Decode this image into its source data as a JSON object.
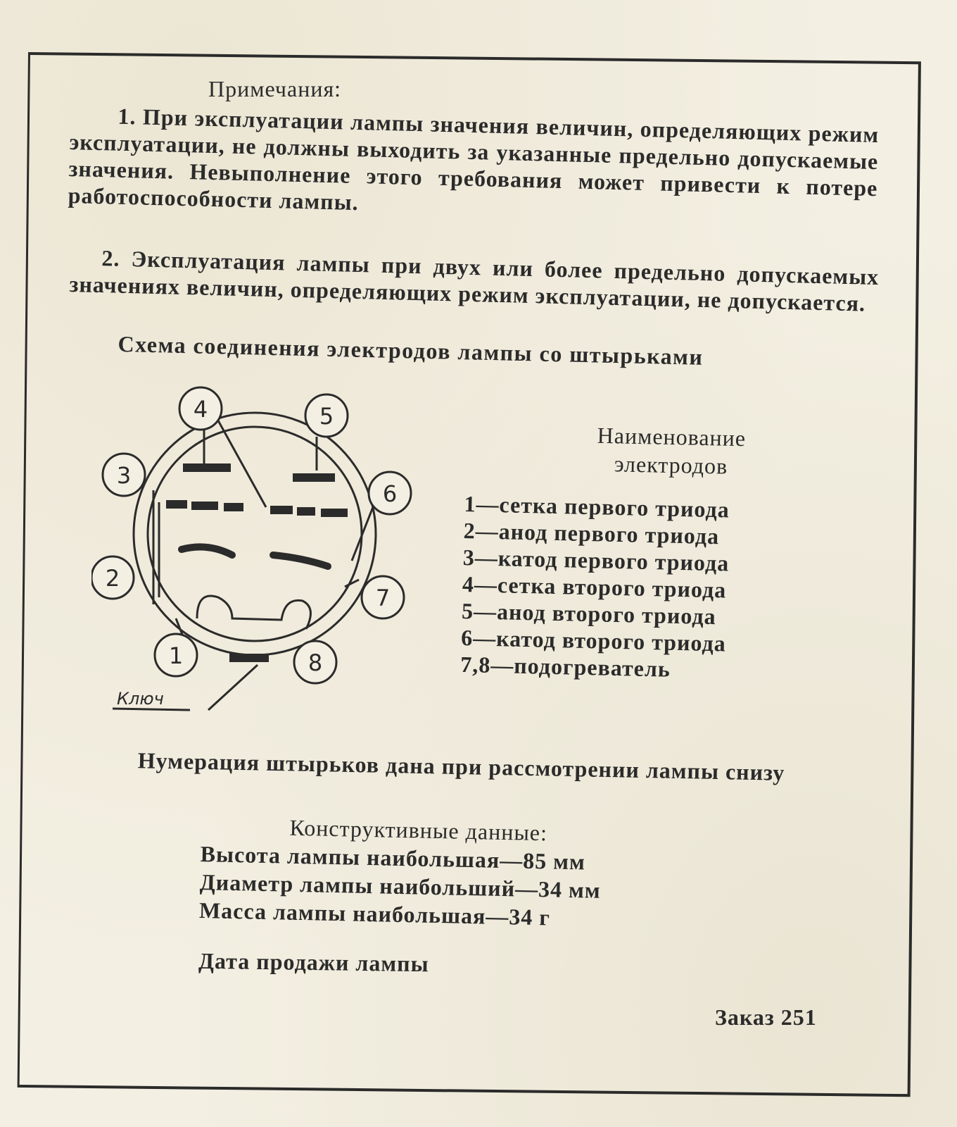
{
  "notes": {
    "title": "Примечания:",
    "paragraph_1": "1. При эксплуатации лампы значения величин, определяющих режим эксплуатации, не должны выходить за указанные предельно допускаемые значения. Невыполнение этого требования может привести к потере работоспособности лампы.",
    "paragraph_2": "2. Эксплуатация лампы при двух или более предельно допускаемых значениях величин, определяющих режим эксплуатации, не допускается."
  },
  "scheme": {
    "title": "Схема соединения электродов лампы со штырьками",
    "pins": [
      "1",
      "2",
      "3",
      "4",
      "5",
      "6",
      "7",
      "8"
    ],
    "key_label": "Ключ"
  },
  "legend": {
    "title": "Наименование электродов",
    "items": [
      "1—сетка первого триода",
      "2—анод первого триода",
      "3—катод первого триода",
      "4—сетка второго триода",
      "5—анод второго триода",
      "6—катод второго триода",
      "7,8—подогреватель"
    ]
  },
  "pin_numbering_note": "Нумерация штырьков дана при рассмотрении лампы снизу",
  "construction": {
    "title": "Конструктивные данные:",
    "items": [
      "Высота лампы наибольшая—85 мм",
      "Диаметр лампы наибольший—34 мм",
      "Масса лампы наибольшая—34 г"
    ]
  },
  "sale_date_label": "Дата продажи лампы",
  "order_label": "Заказ 251"
}
